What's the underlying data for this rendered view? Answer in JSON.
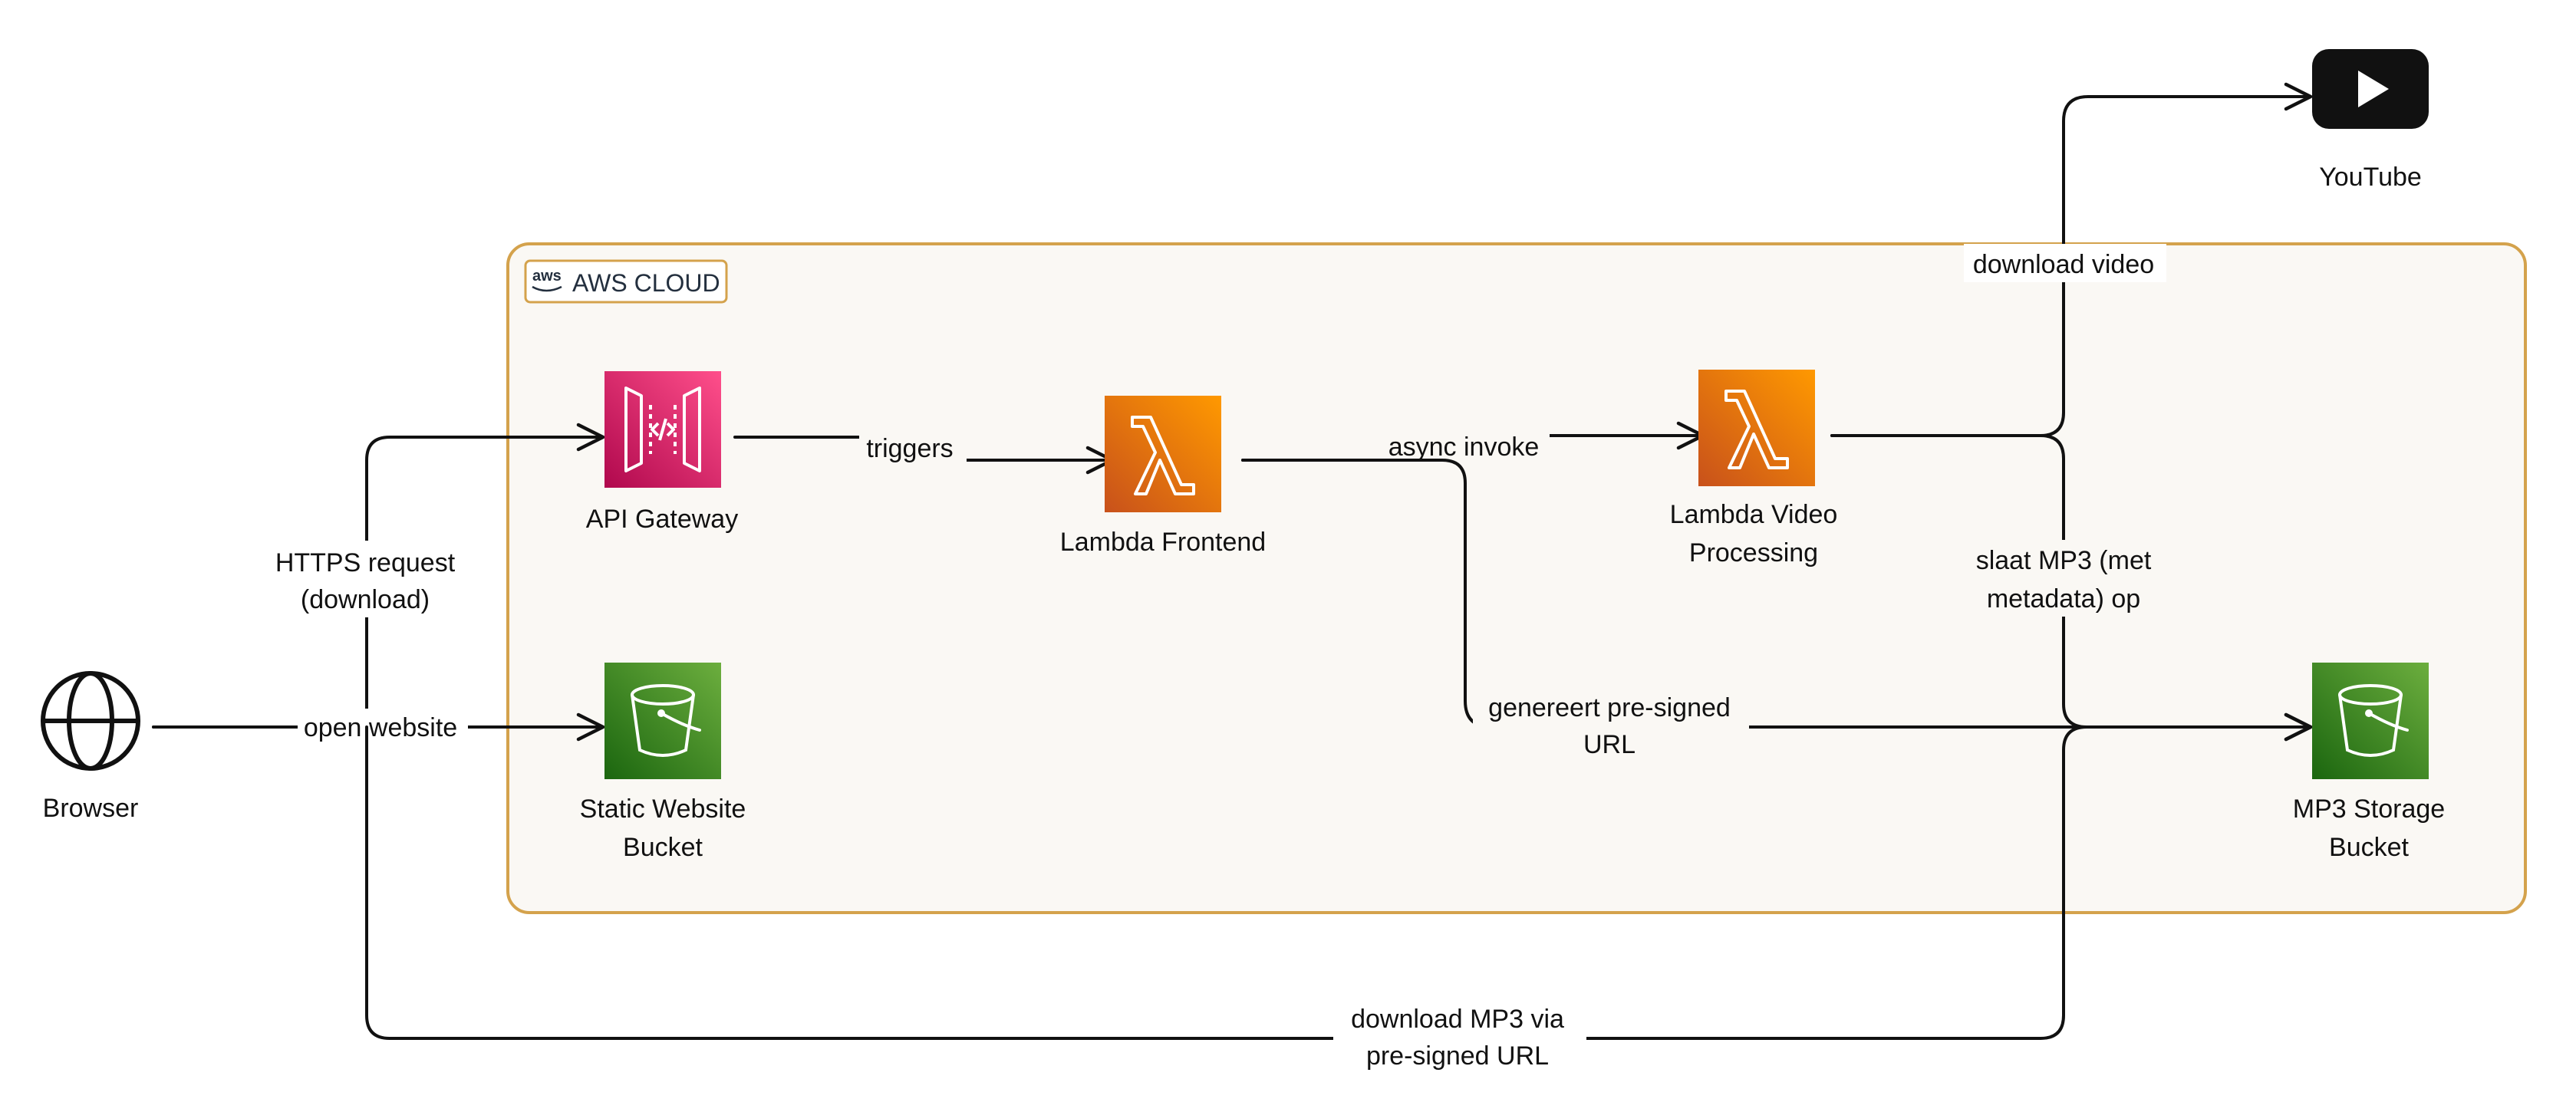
{
  "cloud": {
    "title": "AWS CLOUD",
    "badge": "aws"
  },
  "nodes": {
    "browser": {
      "label": "Browser",
      "icon": "globe-icon"
    },
    "api_gateway": {
      "label": "API Gateway",
      "icon": "api-gateway-icon"
    },
    "static_bucket": {
      "label_line1": "Static Website",
      "label_line2": "Bucket",
      "icon": "s3-bucket-icon"
    },
    "lambda_frontend": {
      "label": "Lambda Frontend",
      "icon": "lambda-icon"
    },
    "lambda_video": {
      "label_line1": "Lambda Video",
      "label_line2": "Processing",
      "icon": "lambda-icon"
    },
    "youtube": {
      "label": "YouTube",
      "icon": "youtube-play-icon"
    },
    "mp3_bucket": {
      "label_line1": "MP3 Storage",
      "label_line2": "Bucket",
      "icon": "s3-bucket-icon"
    }
  },
  "edges": {
    "https_request": {
      "line1": "HTTPS request",
      "line2": "(download)"
    },
    "open_website": {
      "label": "open website"
    },
    "triggers": {
      "label": "triggers"
    },
    "async_invoke": {
      "label": "async invoke"
    },
    "download_video": {
      "label": "download video"
    },
    "store_mp3": {
      "line1": "slaat MP3 (met",
      "line2": "metadata) op"
    },
    "presigned": {
      "line1": "genereert pre-signed",
      "line2": "URL"
    },
    "download_mp3": {
      "line1": "download MP3 via",
      "line2": "pre-signed URL"
    }
  },
  "colors": {
    "cloud_border": "#d4a24c",
    "cloud_fill": "#faf8f4",
    "api_gateway": "#d6246e",
    "lambda": "#ed7f21",
    "s3": "#3f8624"
  }
}
